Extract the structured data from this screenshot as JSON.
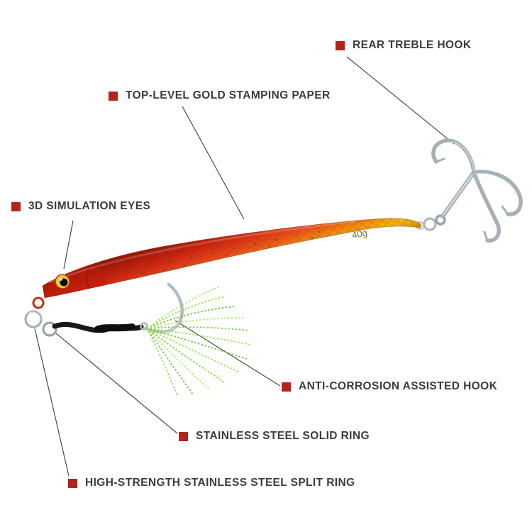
{
  "labels": [
    {
      "id": "rear-treble-hook",
      "text": "REAR TREBLE HOOK"
    },
    {
      "id": "top-level-gold-stamping-paper",
      "text": "TOP-LEVEL GOLD STAMPING PAPER"
    },
    {
      "id": "3d-simulation-eyes",
      "text": "3D SIMULATION EYES"
    },
    {
      "id": "anti-corrosion-assisted-hook",
      "text": "ANTI-CORROSION ASSISTED HOOK"
    },
    {
      "id": "stainless-steel-solid-ring",
      "text": "STAINLESS STEEL SOLID RING"
    },
    {
      "id": "high-strength-stainless-steel-split-ring",
      "text": "HIGH-STRENGTH STAINLESS STEEL SPLIT RING"
    }
  ],
  "lure": {
    "weight_marking": "40g"
  },
  "colors": {
    "label_bullet": "#b2241c",
    "label_text": "#3c3c3c",
    "leader_line": "#4a4a4a",
    "body_red": "#cf2512",
    "body_orange": "#ef820e",
    "body_gold": "#f3b60e",
    "flash_green": "#7bd41f",
    "hook_silver": "#a9b3b9",
    "cord_black": "#17181a",
    "background": "#ffffff"
  }
}
